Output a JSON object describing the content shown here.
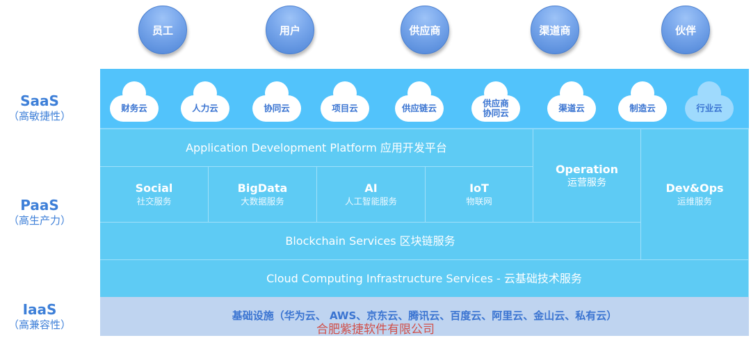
{
  "stakeholders": [
    "员工",
    "用户",
    "供应商",
    "渠道商",
    "伙伴"
  ],
  "layers": {
    "saas": {
      "title": "SaaS",
      "subtitle": "（高敏捷性）"
    },
    "paas": {
      "title": "PaaS",
      "subtitle": "（高生产力）"
    },
    "iaas": {
      "title": "IaaS",
      "subtitle": "（高兼容性）"
    }
  },
  "saas_clouds": [
    {
      "label": "财务云",
      "faded": false
    },
    {
      "label": "人力云",
      "faded": false
    },
    {
      "label": "协同云",
      "faded": false
    },
    {
      "label": "项目云",
      "faded": false
    },
    {
      "label": "供应链云",
      "faded": false
    },
    {
      "label": "供应商\n协同云",
      "faded": false
    },
    {
      "label": "渠道云",
      "faded": false
    },
    {
      "label": "制造云",
      "faded": false
    },
    {
      "label": "行业云",
      "faded": true
    }
  ],
  "paas": {
    "app_dev_platform": "Application Development Platform  应用开发平台",
    "services": [
      {
        "name": "Social",
        "desc": "社交服务"
      },
      {
        "name": "BigData",
        "desc": "大数据服务"
      },
      {
        "name": "AI",
        "desc": "人工智能服务"
      },
      {
        "name": "IoT",
        "desc": "物联网"
      }
    ],
    "operation": {
      "name": "Operation",
      "desc": "运营服务"
    },
    "devops": {
      "name": "Dev&Ops",
      "desc": "运维服务"
    },
    "blockchain": "Blockchain Services 区块链服务",
    "cloud_infra": "Cloud Computing Infrastructure Services - 云基础技术服务"
  },
  "iaas": {
    "infrastructure": "基础设施（华为云、 AWS、京东云、腾讯云、百度云、阿里云、金山云、私有云）"
  },
  "watermark": "合肥紫捷软件有限公司",
  "colors": {
    "circle": "#5f93e0",
    "saas_bg": "#52c3fb",
    "paas_bg": "#5ecbf4",
    "iaas_bg": "#bfd4f0",
    "label_blue": "#3d7fd8",
    "watermark": "#d0504a"
  }
}
